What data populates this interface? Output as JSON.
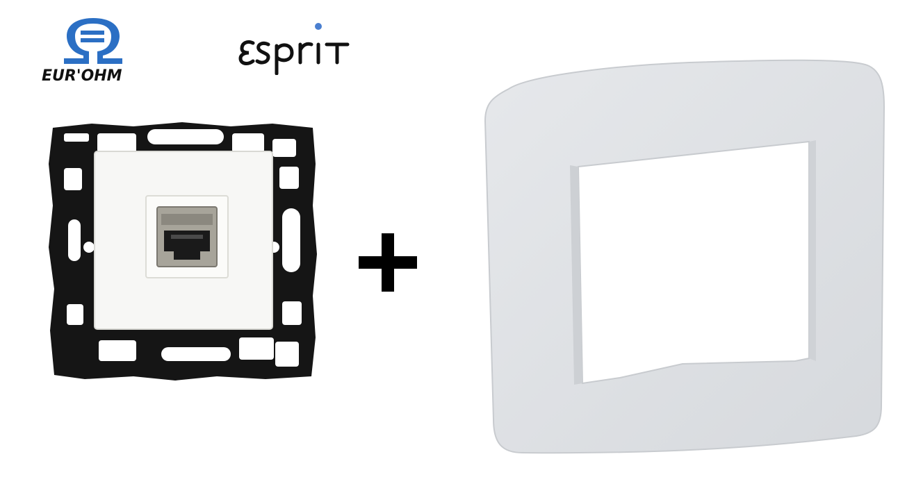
{
  "brand": {
    "eurohm_logo_text": "EUR'OHM",
    "esprit_logo_text": "ESPRIT"
  },
  "product": {
    "plus_symbol": "+",
    "components": [
      "socket-module-rj45",
      "single-cover-frame"
    ]
  },
  "colors": {
    "brand_blue": "#2b6fc4",
    "esprit_dot": "#4a7fd0",
    "mount_plate": "#151515",
    "socket_white": "#f7f7f5",
    "jack_metal": "#a7a49a",
    "frame_grey": "#dfe1e4",
    "frame_shade": "#c8cbcf"
  }
}
